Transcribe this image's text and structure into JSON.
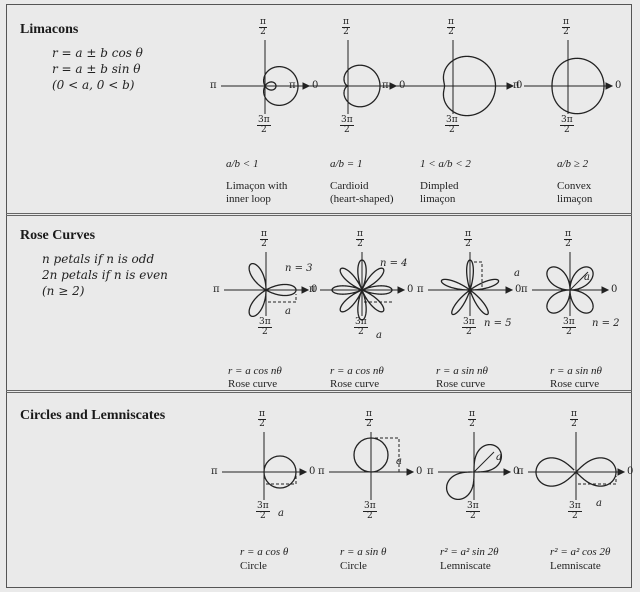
{
  "axis_labels": {
    "top_num": "π",
    "top_den": "2",
    "left": "π",
    "right": "0",
    "bottom_num": "3π",
    "bottom_den": "2"
  },
  "limacons": {
    "title": "Limacons",
    "eq1": "r = a ± b cos θ",
    "eq2": "r = a ± b sin θ",
    "eq3": "(0 < a, 0 < b)",
    "cases": [
      {
        "cond": "a/b < 1",
        "name1": "Limaçon with",
        "name2": "inner loop"
      },
      {
        "cond": "a/b = 1",
        "name1": "Cardioid",
        "name2": "(heart-shaped)"
      },
      {
        "cond": "1 < a/b < 2",
        "name1": "Dimpled",
        "name2": "limaçon"
      },
      {
        "cond": "a/b ≥ 2",
        "name1": "Convex",
        "name2": "limaçon"
      }
    ]
  },
  "rose": {
    "title": "Rose Curves",
    "line1": "n petals if n is odd",
    "line2": "2n petals if n is even",
    "line3": "(n ≥ 2)",
    "curves": [
      {
        "eq": "r = a cos nθ",
        "name": "Rose curve",
        "n_label": "n = 3",
        "a_label": "a"
      },
      {
        "eq": "r = a cos nθ",
        "name": "Rose curve",
        "n_label": "n = 4",
        "a_label": "a"
      },
      {
        "eq": "r = a sin nθ",
        "name": "Rose curve",
        "n_label": "n = 5",
        "a_label": "a"
      },
      {
        "eq": "r = a sin nθ",
        "name": "Rose curve",
        "n_label": "n = 2",
        "a_label": "a"
      }
    ]
  },
  "circles": {
    "title": "Circles and Lemniscates",
    "curves": [
      {
        "eq": "r = a cos θ",
        "name": "Circle",
        "a_label": "a"
      },
      {
        "eq": "r = a sin θ",
        "name": "Circle",
        "a_label": "a"
      },
      {
        "eq": "r² = a² sin 2θ",
        "name": "Lemniscate",
        "a_label": "a"
      },
      {
        "eq": "r² = a² cos 2θ",
        "name": "Lemniscate",
        "a_label": "a"
      }
    ]
  }
}
